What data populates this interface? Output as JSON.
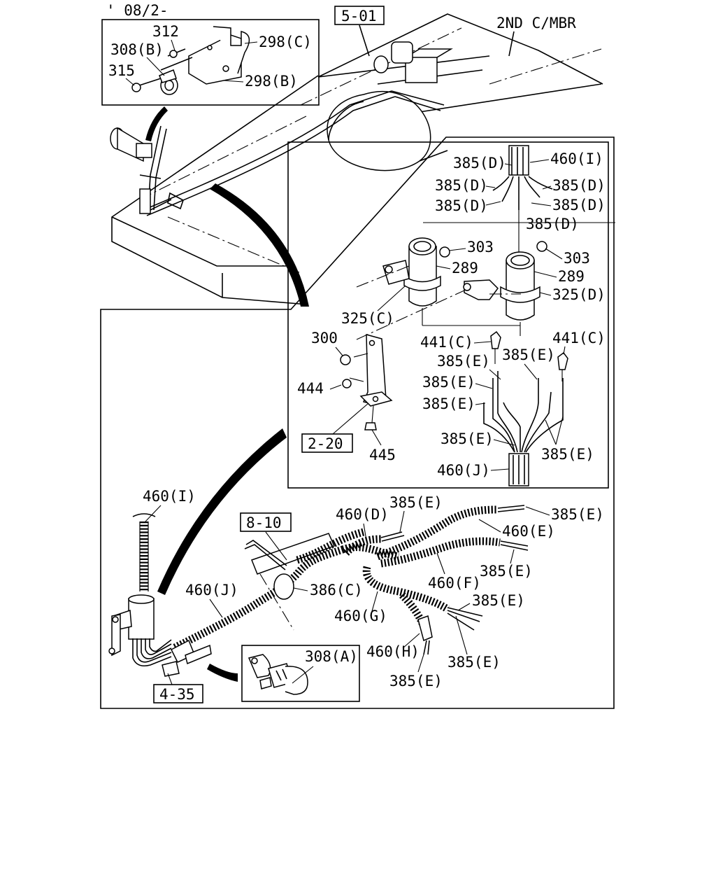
{
  "header": {
    "date_code": "' 08/2-",
    "frame_member": "2ND C/MBR"
  },
  "refs": {
    "r501": "5-01",
    "r220": "2-20",
    "r810": "8-10",
    "r435": "4-35"
  },
  "parts": {
    "p312": "312",
    "p308b": "308(B)",
    "p298c": "298(C)",
    "p315": "315",
    "p298b": "298(B)",
    "p460i": "460(I)",
    "p385d": "385(D)",
    "p303": "303",
    "p289": "289",
    "p325c": "325(C)",
    "p325d": "325(D)",
    "p300": "300",
    "p444": "444",
    "p445": "445",
    "p441c": "441(C)",
    "p385e": "385(E)",
    "p460j": "460(J)",
    "p460d": "460(D)",
    "p460e": "460(E)",
    "p460f": "460(F)",
    "p460g": "460(G)",
    "p460h": "460(H)",
    "p386c": "386(C)",
    "p308a": "308(A)"
  }
}
